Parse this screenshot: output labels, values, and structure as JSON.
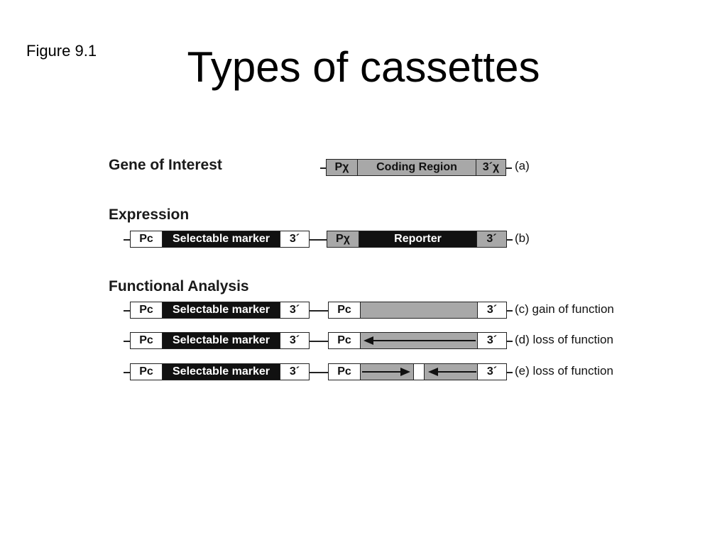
{
  "figure_label": "Figure 9.1",
  "title": "Types of cassettes",
  "sections": {
    "gene_of_interest": "Gene of Interest",
    "expression": "Expression",
    "functional_analysis": "Functional Analysis"
  },
  "row_a": {
    "promoter": "Pχ",
    "region": "Coding Region",
    "terminator": "3´χ",
    "label": "(a)"
  },
  "row_b": {
    "left": {
      "promoter": "Pc",
      "marker": "Selectable marker",
      "terminator": "3´"
    },
    "right": {
      "promoter": "Pχ",
      "reporter": "Reporter",
      "terminator": "3´"
    },
    "label": "(b)"
  },
  "row_c": {
    "left": {
      "promoter": "Pc",
      "marker": "Selectable marker",
      "terminator": "3´"
    },
    "right": {
      "promoter": "Pc",
      "terminator": "3´"
    },
    "label": "(c) gain of function"
  },
  "row_d": {
    "left": {
      "promoter": "Pc",
      "marker": "Selectable marker",
      "terminator": "3´"
    },
    "right": {
      "promoter": "Pc",
      "terminator": "3´"
    },
    "label": "(d) loss of function"
  },
  "row_e": {
    "left": {
      "promoter": "Pc",
      "marker": "Selectable marker",
      "terminator": "3´"
    },
    "right": {
      "promoter": "Pc",
      "terminator": "3´"
    },
    "label": "(e) loss of function"
  },
  "colors": {
    "gray": "#a8a8a8",
    "black": "#111111",
    "outline": "#222222"
  }
}
